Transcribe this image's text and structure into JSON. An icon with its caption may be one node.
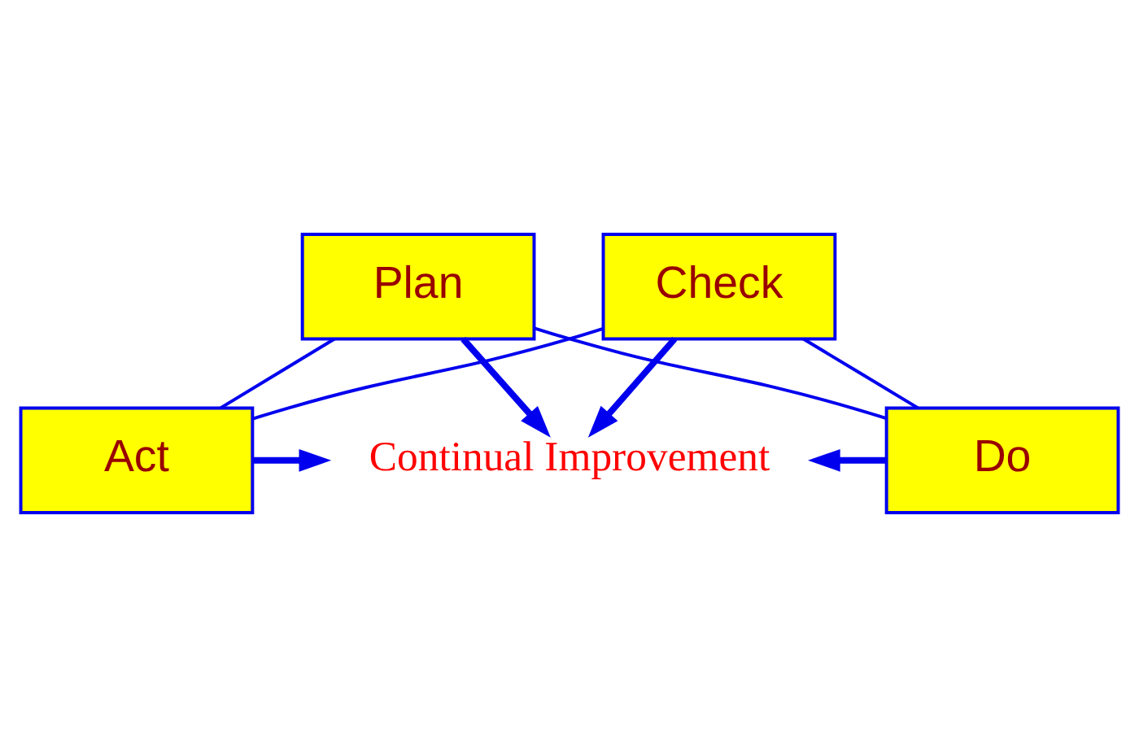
{
  "diagram": {
    "nodes": [
      {
        "text": [
          "Plan"
        ]
      },
      {
        "text": [
          "Act"
        ]
      },
      {
        "text": [
          "Continual Improvement"
        ]
      },
      {
        "text": [
          "Do"
        ]
      },
      {
        "text": [
          "Check"
        ]
      }
    ],
    "edges": [
      {
        "from": 0,
        "to": 2,
        "arrow": "to",
        "style": "thick"
      },
      {
        "from": 1,
        "to": 2,
        "arrow": "to",
        "style": "thick"
      },
      {
        "from": 3,
        "to": 2,
        "arrow": "to",
        "style": "thick"
      },
      {
        "from": 4,
        "to": 2,
        "arrow": "to",
        "style": "thick"
      },
      {
        "from": 0,
        "to": 3,
        "arrow": "none"
      },
      {
        "from": 3,
        "to": 4,
        "arrow": "none"
      },
      {
        "from": 4,
        "to": 1,
        "arrow": "none"
      },
      {
        "from": 1,
        "to": 0,
        "arrow": "none"
      }
    ]
  }
}
